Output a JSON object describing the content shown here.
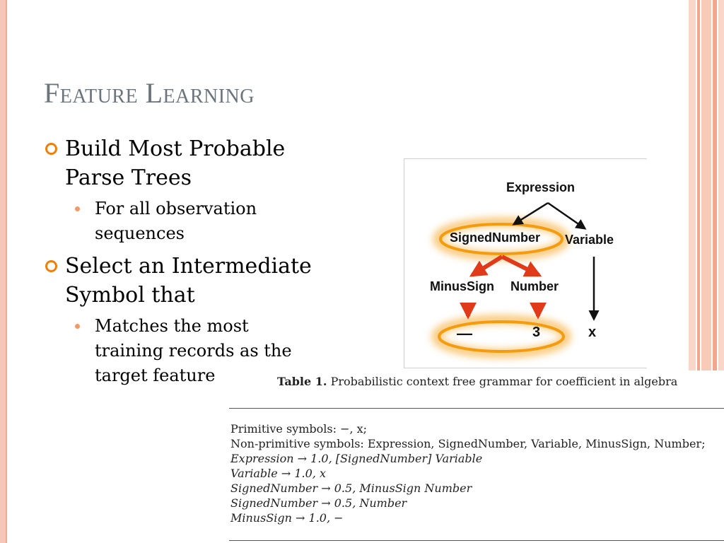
{
  "slide": {
    "title": "Feature Learning",
    "bullets": [
      {
        "text": "Build Most Probable Parse Trees",
        "sub": [
          "For all observation sequences"
        ]
      },
      {
        "text": "Select an Intermediate Symbol that",
        "sub": [
          "Matches the most training records as the target feature"
        ]
      }
    ]
  },
  "figure": {
    "nodes": {
      "expression": "Expression",
      "signed_number": "SignedNumber",
      "variable": "Variable",
      "minus_sign": "MinusSign",
      "number": "Number",
      "leaf_minus": "—",
      "leaf_three": "3",
      "leaf_x": "x"
    }
  },
  "grammar_table": {
    "caption_label": "Table 1.",
    "caption_text": "Probabilistic context free grammar for coefficient in algebra",
    "primitive": "Primitive symbols: −, x;",
    "non_primitive": "Non-primitive symbols: Expression, SignedNumber, Variable, MinusSign, Number;",
    "rules": [
      "Expression → 1.0,   [SignedNumber]  Variable",
      "Variable → 1.0,   x",
      "SignedNumber → 0.5,   MinusSign  Number",
      "SignedNumber → 0.5,   Number",
      "MinusSign → 1.0,   −"
    ]
  },
  "colors": {
    "accent_orange": "#f07f09",
    "highlight_glow": "#f6a21a",
    "arrow_red": "#e03a1a",
    "title_gray": "#6b747b"
  }
}
